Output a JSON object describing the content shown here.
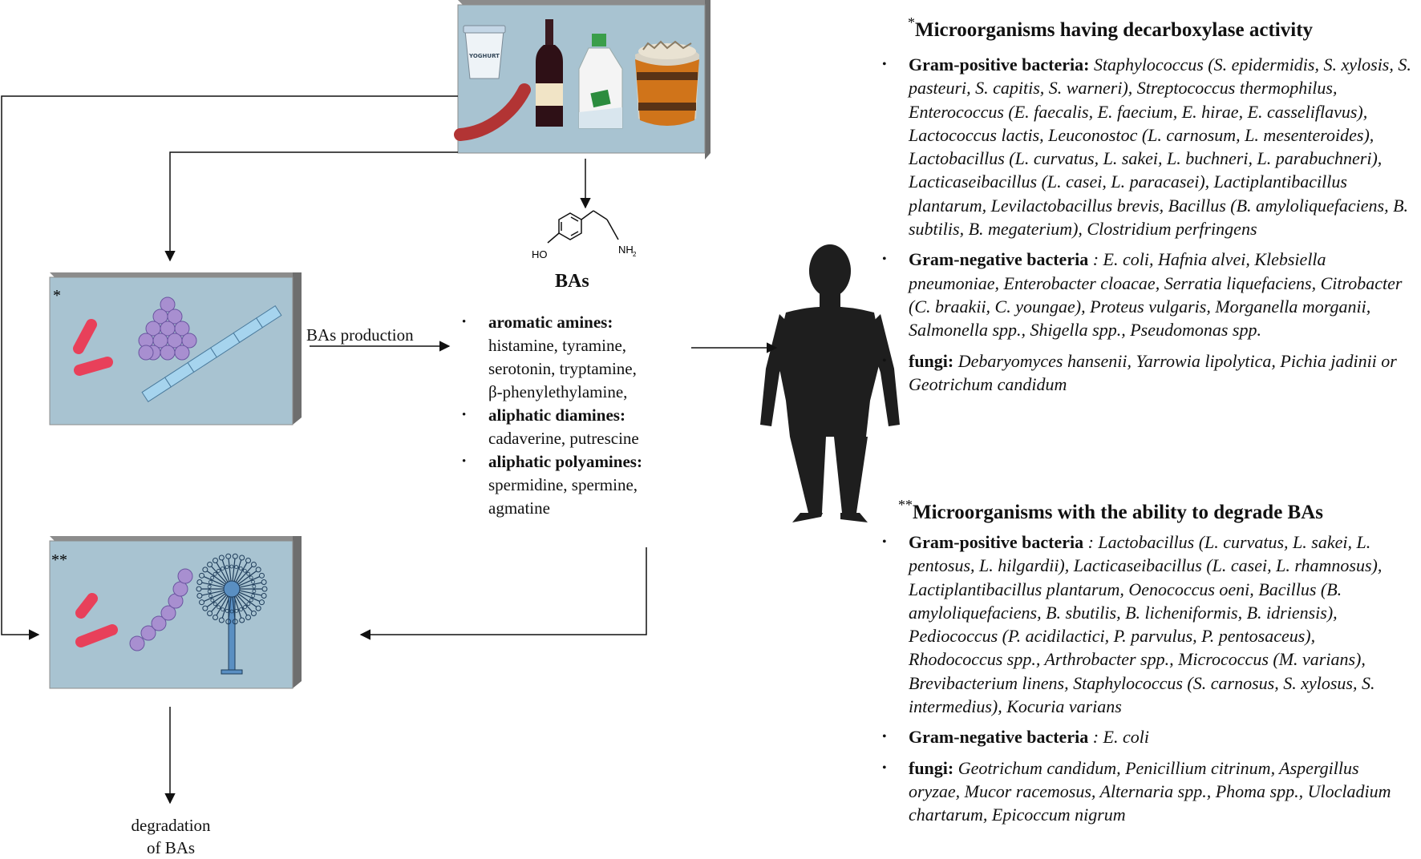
{
  "labels": {
    "bas_production": "BAs production",
    "degradation": [
      "degradation",
      "of BAs"
    ],
    "bas_title": "BAs",
    "ho": "HO",
    "nh": "NH",
    "nh_sub": "2",
    "yoghurt": "YOGHURT",
    "box1_star": "*",
    "box2_star": "**"
  },
  "bas_list": [
    {
      "bold": "aromatic amines:",
      "lines": [
        "histamine, tyramine,",
        "serotonin, tryptamine,",
        "β-phenylethylamine,"
      ]
    },
    {
      "bold": "aliphatic diamines:",
      "lines": [
        "cadaverine, putrescine"
      ]
    },
    {
      "bold": "aliphatic polyamines:",
      "lines": [
        "spermidine, spermine,",
        "agmatine"
      ]
    }
  ],
  "decarboxylase": {
    "star": "*",
    "title": "Microorganisms having decarboxylase activity",
    "items": [
      {
        "label": "Gram-positive bacteria:",
        "text": "Staphylococcus (S. epidermidis, S. xylosis, S. pasteuri, S. capitis, S. warneri), Streptococcus thermophilus, Enterococcus (E. faecalis, E. faecium, E. hirae, E. casseliflavus), Lactococcus lactis, Leuconostoc (L. carnosum, L. mesenteroides), Lactobacillus (L. curvatus, L. sakei, L. buchneri, L. parabuchneri), Lacticaseibacillus (L. casei, L. paracasei), Lactiplantibacillus plantarum, Levilactobacillus brevis, Bacillus (B. amyloliquefaciens, B. subtilis, B. megaterium), Clostridium perfringens"
      },
      {
        "label": "Gram-negative bacteria",
        "text": ": E. coli, Hafnia alvei, Klebsiella pneumoniae, Enterobacter cloacae, Serratia liquefaciens, Citrobacter (C. braakii, C. youngae), Proteus vulgaris, Morganella morganii, Salmonella spp., Shigella spp., Pseudomonas spp."
      },
      {
        "label": "fungi:",
        "text": "Debaryomyces hansenii, Yarrowia lipolytica, Pichia jadinii or Geotrichum candidum"
      }
    ]
  },
  "degrade": {
    "star": "**",
    "title": "Microorganisms with the ability to degrade BAs",
    "items": [
      {
        "label": "Gram-positive bacteria",
        "text": ": Lactobacillus (L. curvatus, L. sakei, L. pentosus, L. hilgardii), Lacticaseibacillus (L. casei, L. rhamnosus), Lactiplantibacillus plantarum, Oenococcus oeni, Bacillus (B. amyloliquefaciens, B. sbutilis, B. licheniformis, B. idriensis), Pediococcus (P. acidilactici, P. parvulus, P. pentosaceus), Rhodococcus spp., Arthrobacter spp., Micrococcus (M. varians), Brevibacterium linens, Staphylococcus (S. carnosus, S. xylosus, S. intermedius), Kocuria varians"
      },
      {
        "label": "Gram-negative bacteria",
        "text": ": E. coli"
      },
      {
        "label": "fungi:",
        "text": "Geotrichum candidum, Penicillium citrinum, Aspergillus oryzae, Mucor racemosus, Alternaria spp., Phoma spp., Ulocladium chartarum, Epicoccum nigrum"
      }
    ]
  },
  "colors": {
    "panel_face": "#a8c3d1",
    "panel_top": "#8c8c8c",
    "panel_side": "#6e6e6e",
    "bacteria_red": "#e8405a",
    "coccus_purple": "#a88fd0",
    "chain_blue": "#a6d4ee",
    "mold_blue": "#5a8fc2",
    "silhouette": "#1e1e1e"
  }
}
